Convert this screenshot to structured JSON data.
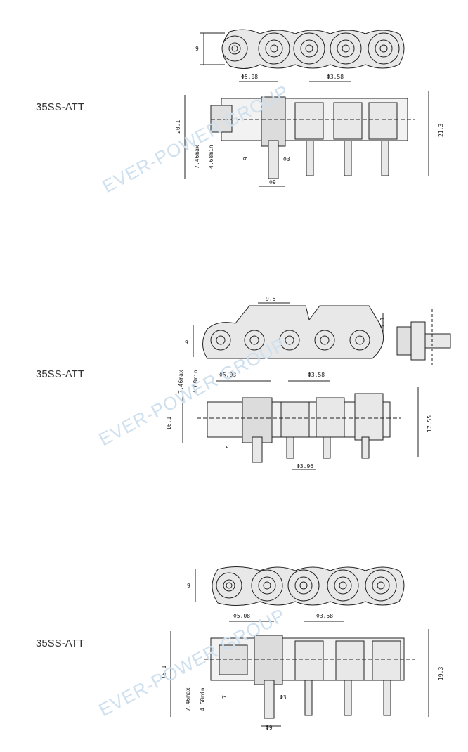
{
  "sections": [
    {
      "label": "35SS-ATT",
      "dims": {
        "height": "9",
        "pin_dia": "Φ5.08",
        "roller_dia": "Φ3.58",
        "width_total": "20.1",
        "width_right": "21.3",
        "max": "7.46max",
        "min": "4.68min",
        "offset": "9",
        "att_dia": "Φ3",
        "bottom": "Φ9"
      }
    },
    {
      "label": "35SS-ATT",
      "dims": {
        "pitch": "9.5",
        "height": "9",
        "tab_h": "7.1",
        "max": "7.46max",
        "min": "4.68min",
        "pin_dia": "Φ5.08",
        "roller_dia": "Φ3.58",
        "width_total": "16.1",
        "width_right": "17.55",
        "offset": "5",
        "att_dia": "Φ3.96"
      }
    },
    {
      "label": "35SS-ATT",
      "dims": {
        "height": "9",
        "pin_dia": "Φ5.08",
        "roller_dia": "Φ3.58",
        "width_total": "18.1",
        "width_right": "19.3",
        "max": "7.46max",
        "min": "4.68min",
        "offset": "7",
        "att_dia": "Φ3",
        "bottom": "Φ9"
      }
    }
  ],
  "watermark": "EVER-POWER GROUP"
}
